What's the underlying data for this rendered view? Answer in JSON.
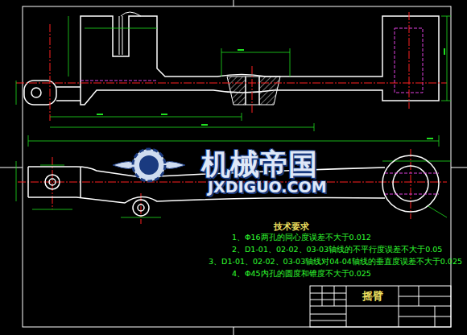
{
  "diagram": {
    "nodes": [
      {
        "text": [
          "摇臂"
        ]
      }
    ],
    "labels": [
      "技术要求",
      "1、Φ16两孔的同心度误差不大于0.012",
      "2、D1-01、02-02、03-03轴线的不平行度误差不大于0.05",
      "3、D1-01、02-02、03-03轴线对04-04轴线的垂直度误差不大于0.025",
      "4、Φ45内孔的圆度和锥度不大于0.025",
      "机械帝国",
      "JXDIGUO.COM"
    ]
  }
}
